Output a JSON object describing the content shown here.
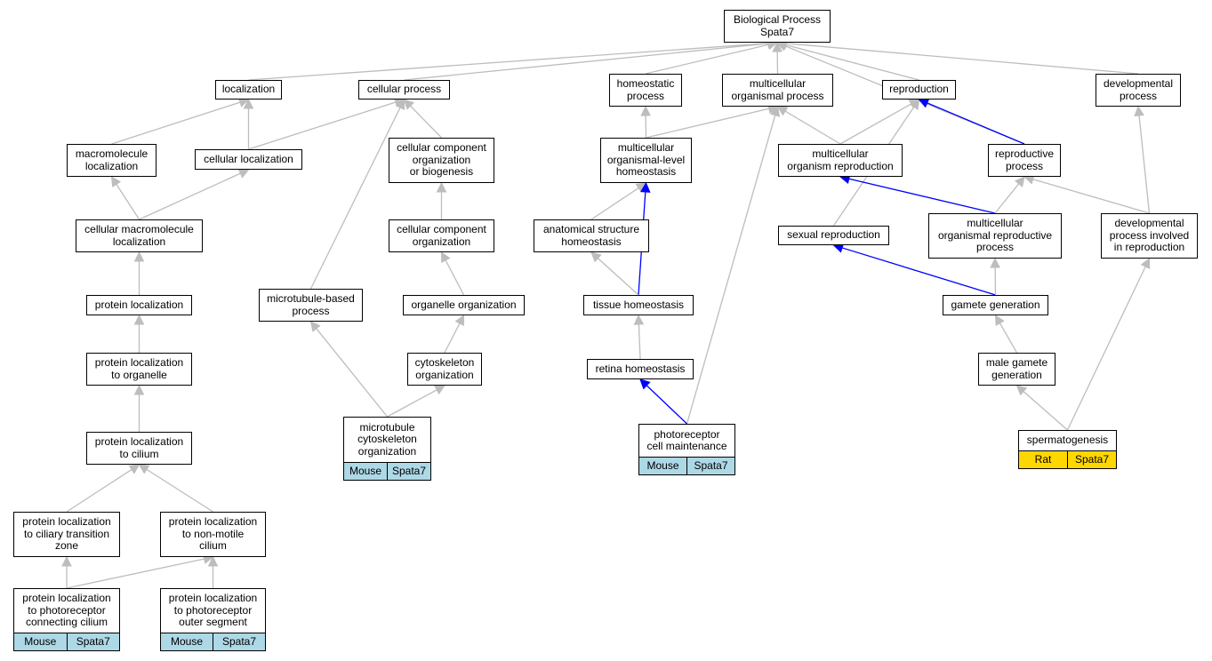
{
  "colors": {
    "edge_gray": "#bdbdbd",
    "edge_blue": "#0000ff",
    "tag_mouse": "#add8e6",
    "tag_rat": "#ffd700"
  },
  "nodes": [
    {
      "id": "bp",
      "label": "Biological Process\nSpata7"
    },
    {
      "id": "loc",
      "label": "localization"
    },
    {
      "id": "cp",
      "label": "cellular process"
    },
    {
      "id": "hp",
      "label": "homeostatic\nprocess"
    },
    {
      "id": "mop",
      "label": "multicellular\norganismal process"
    },
    {
      "id": "rep",
      "label": "reproduction"
    },
    {
      "id": "dp",
      "label": "developmental\nprocess"
    },
    {
      "id": "mml",
      "label": "macromolecule\nlocalization"
    },
    {
      "id": "cl",
      "label": "cellular localization"
    },
    {
      "id": "ccob",
      "label": "cellular component\norganization\nor biogenesis"
    },
    {
      "id": "moh",
      "label": "multicellular\norganismal-level\nhomeostasis"
    },
    {
      "id": "mor",
      "label": "multicellular\norganism reproduction"
    },
    {
      "id": "rp",
      "label": "reproductive\nprocess"
    },
    {
      "id": "cml",
      "label": "cellular macromolecule\nlocalization"
    },
    {
      "id": "cco",
      "label": "cellular component\norganization"
    },
    {
      "id": "ash",
      "label": "anatomical structure\nhomeostasis"
    },
    {
      "id": "sr",
      "label": "sexual reproduction"
    },
    {
      "id": "morp",
      "label": "multicellular\norganismal reproductive\nprocess"
    },
    {
      "id": "dpir",
      "label": "developmental\nprocess involved\nin reproduction"
    },
    {
      "id": "pl",
      "label": "protein localization"
    },
    {
      "id": "mbp",
      "label": "microtubule-based\nprocess"
    },
    {
      "id": "oo",
      "label": "organelle organization"
    },
    {
      "id": "th",
      "label": "tissue homeostasis"
    },
    {
      "id": "gg",
      "label": "gamete generation"
    },
    {
      "id": "plo",
      "label": "protein localization\nto organelle"
    },
    {
      "id": "co",
      "label": "cytoskeleton\norganization"
    },
    {
      "id": "rh",
      "label": "retina homeostasis"
    },
    {
      "id": "mgg",
      "label": "male gamete\ngeneration"
    },
    {
      "id": "mco",
      "label": "microtubule\ncytoskeleton\norganization",
      "tags": [
        "Mouse",
        "Spata7"
      ],
      "tagColor": "tag_mouse"
    },
    {
      "id": "pcm",
      "label": "photoreceptor\ncell maintenance",
      "tags": [
        "Mouse",
        "Spata7"
      ],
      "tagColor": "tag_mouse"
    },
    {
      "id": "spg",
      "label": "spermatogenesis",
      "tags": [
        "Rat",
        "Spata7"
      ],
      "tagColor": "tag_rat"
    },
    {
      "id": "plc",
      "label": "protein localization\nto cilium"
    },
    {
      "id": "plctz",
      "label": "protein localization\nto ciliary transition\nzone"
    },
    {
      "id": "plnmc",
      "label": "protein localization\nto non-motile\ncilium"
    },
    {
      "id": "plpcc",
      "label": "protein localization\nto photoreceptor\nconnecting cilium",
      "tags": [
        "Mouse",
        "Spata7"
      ],
      "tagColor": "tag_mouse"
    },
    {
      "id": "plpos",
      "label": "protein localization\nto photoreceptor\nouter segment",
      "tags": [
        "Mouse",
        "Spata7"
      ],
      "tagColor": "tag_mouse"
    }
  ],
  "edges": [
    {
      "from": "loc",
      "to": "bp",
      "color": "gray"
    },
    {
      "from": "cp",
      "to": "bp",
      "color": "gray"
    },
    {
      "from": "hp",
      "to": "bp",
      "color": "gray"
    },
    {
      "from": "mop",
      "to": "bp",
      "color": "gray"
    },
    {
      "from": "rep",
      "to": "bp",
      "color": "gray"
    },
    {
      "from": "dp",
      "to": "bp",
      "color": "gray"
    },
    {
      "from": "rp",
      "to": "bp",
      "color": "gray"
    },
    {
      "from": "mml",
      "to": "loc",
      "color": "gray"
    },
    {
      "from": "cl",
      "to": "loc",
      "color": "gray"
    },
    {
      "from": "cl",
      "to": "cp",
      "color": "gray"
    },
    {
      "from": "ccob",
      "to": "cp",
      "color": "gray"
    },
    {
      "from": "mbp",
      "to": "cp",
      "color": "gray"
    },
    {
      "from": "moh",
      "to": "hp",
      "color": "gray"
    },
    {
      "from": "moh",
      "to": "mop",
      "color": "gray"
    },
    {
      "from": "mor",
      "to": "mop",
      "color": "gray"
    },
    {
      "from": "pcm",
      "to": "mop",
      "color": "gray"
    },
    {
      "from": "mor",
      "to": "rep",
      "color": "gray"
    },
    {
      "from": "sr",
      "to": "rep",
      "color": "gray"
    },
    {
      "from": "rp",
      "to": "rep",
      "color": "blue"
    },
    {
      "from": "dpir",
      "to": "dp",
      "color": "gray"
    },
    {
      "from": "cml",
      "to": "mml",
      "color": "gray"
    },
    {
      "from": "cml",
      "to": "cl",
      "color": "gray"
    },
    {
      "from": "cco",
      "to": "ccob",
      "color": "gray"
    },
    {
      "from": "ash",
      "to": "moh",
      "color": "gray"
    },
    {
      "from": "th",
      "to": "moh",
      "color": "blue"
    },
    {
      "from": "morp",
      "to": "mor",
      "color": "blue"
    },
    {
      "from": "morp",
      "to": "rp",
      "color": "gray"
    },
    {
      "from": "dpir",
      "to": "rp",
      "color": "gray"
    },
    {
      "from": "pl",
      "to": "cml",
      "color": "gray"
    },
    {
      "from": "oo",
      "to": "cco",
      "color": "gray"
    },
    {
      "from": "th",
      "to": "ash",
      "color": "gray"
    },
    {
      "from": "gg",
      "to": "sr",
      "color": "blue"
    },
    {
      "from": "gg",
      "to": "morp",
      "color": "gray"
    },
    {
      "from": "plo",
      "to": "pl",
      "color": "gray"
    },
    {
      "from": "mco",
      "to": "mbp",
      "color": "gray"
    },
    {
      "from": "co",
      "to": "oo",
      "color": "gray"
    },
    {
      "from": "rh",
      "to": "th",
      "color": "gray"
    },
    {
      "from": "mgg",
      "to": "gg",
      "color": "gray"
    },
    {
      "from": "plc",
      "to": "plo",
      "color": "gray"
    },
    {
      "from": "mco",
      "to": "co",
      "color": "gray"
    },
    {
      "from": "pcm",
      "to": "rh",
      "color": "blue"
    },
    {
      "from": "spg",
      "to": "mgg",
      "color": "gray"
    },
    {
      "from": "spg",
      "to": "dpir",
      "color": "gray"
    },
    {
      "from": "plctz",
      "to": "plc",
      "color": "gray"
    },
    {
      "from": "plnmc",
      "to": "plc",
      "color": "gray"
    },
    {
      "from": "plpcc",
      "to": "plctz",
      "color": "gray"
    },
    {
      "from": "plpcc",
      "to": "plnmc",
      "color": "gray"
    },
    {
      "from": "plpos",
      "to": "plnmc",
      "color": "gray"
    }
  ]
}
